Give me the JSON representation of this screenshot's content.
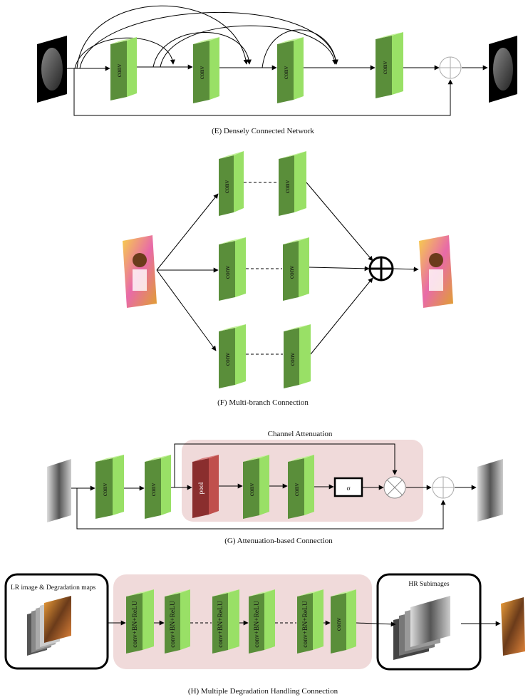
{
  "panels": {
    "E": {
      "caption": "(E) Densely Connected Network",
      "blocks": [
        "conv",
        "conv",
        "conv",
        "conv"
      ]
    },
    "F": {
      "caption": "(F) Multi-branch Connection",
      "branches": [
        [
          "conv",
          "conv"
        ],
        [
          "conv",
          "conv"
        ],
        [
          "conv",
          "conv"
        ]
      ]
    },
    "G": {
      "caption": "(G) Attenuation-based Connection",
      "attention_title": "Channel Attenuation",
      "blocks_pre": [
        "conv",
        "conv"
      ],
      "pool_label": "pool",
      "blocks_att": [
        "conv",
        "conv"
      ],
      "sigma_label": "σ"
    },
    "H": {
      "caption": "(H) Multiple Degradation Handling Connection",
      "input_title": "LR image & Degradation maps",
      "output_title": "HR Subimages",
      "blocks": [
        "conv+BN+ReLU",
        "conv+BN+ReLU",
        "conv+BN+ReLU",
        "conv+BN+ReLU",
        "conv+BN+ReLU",
        "conv"
      ]
    }
  },
  "colors": {
    "conv_front": "#5a8e3a",
    "conv_side": "#99e066",
    "conv_top": "#c4f09a",
    "pool_front": "#8a2e2e",
    "pool_side": "#c0504d",
    "attention_bg": "#f0dada"
  }
}
